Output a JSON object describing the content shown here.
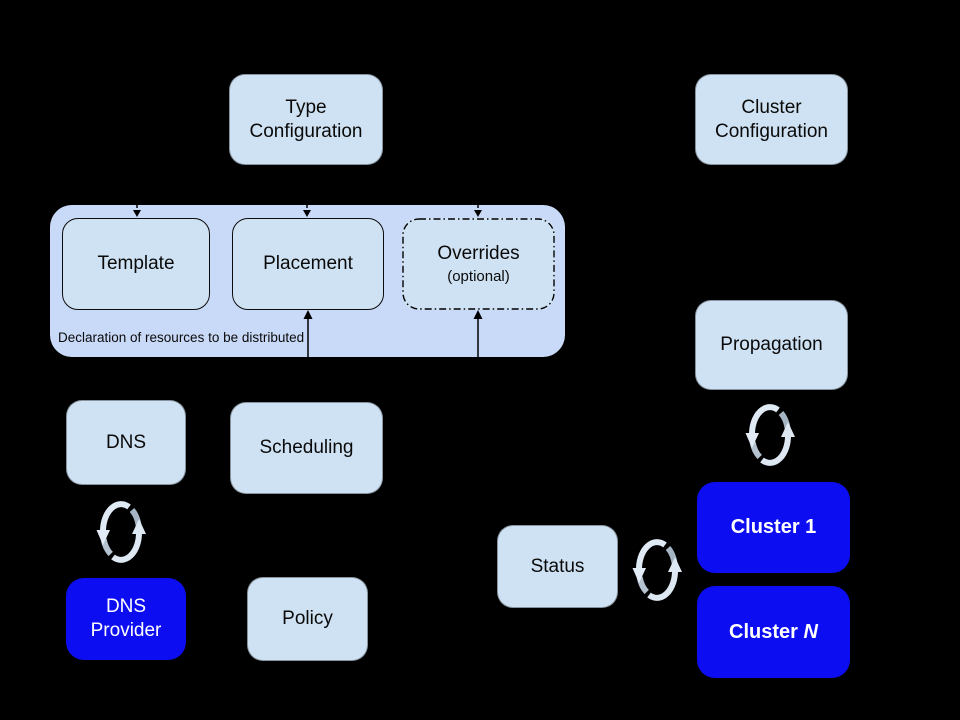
{
  "colors": {
    "background": "#000000",
    "box_light": "#cfe2f3",
    "container_fill": "#c9daf8",
    "cluster_blue": "#0d0df2",
    "text_dark": "#0a0a0a",
    "text_light": "#ffffff",
    "connector": "#000000",
    "sync_arrow_light": "#e0eaf5",
    "sync_arrow_gray": "#a6b5c3"
  },
  "nodes": {
    "type_config": {
      "line1": "Type",
      "line2": "Configuration"
    },
    "cluster_config": {
      "line1": "Cluster",
      "line2": "Configuration"
    },
    "template": {
      "label": "Template"
    },
    "placement": {
      "label": "Placement"
    },
    "overrides": {
      "label": "Overrides",
      "sublabel": "(optional)"
    },
    "container": {
      "caption": "Declaration of resources to be distributed"
    },
    "dns": {
      "label": "DNS"
    },
    "scheduling": {
      "label": "Scheduling"
    },
    "propagation": {
      "label": "Propagation"
    },
    "dns_provider": {
      "line1": "DNS",
      "line2": "Provider"
    },
    "policy": {
      "label": "Policy"
    },
    "status": {
      "label": "Status"
    },
    "cluster_1": {
      "label": "Cluster 1"
    },
    "cluster_n": {
      "prefix": "Cluster ",
      "suffix": "N"
    }
  },
  "edges": [
    {
      "into": "template",
      "direction": "down",
      "style": "dashed"
    },
    {
      "into": "placement",
      "direction": "down",
      "style": "dashed"
    },
    {
      "into": "overrides",
      "direction": "down",
      "style": "dashed"
    },
    {
      "into": "placement",
      "direction": "up",
      "style": "solid"
    },
    {
      "into": "overrides",
      "direction": "up",
      "style": "solid"
    }
  ],
  "sync_links": [
    {
      "between": [
        "dns",
        "dns_provider"
      ]
    },
    {
      "between": [
        "propagation",
        "cluster_1"
      ]
    },
    {
      "between": [
        "status",
        "cluster_1"
      ]
    }
  ]
}
